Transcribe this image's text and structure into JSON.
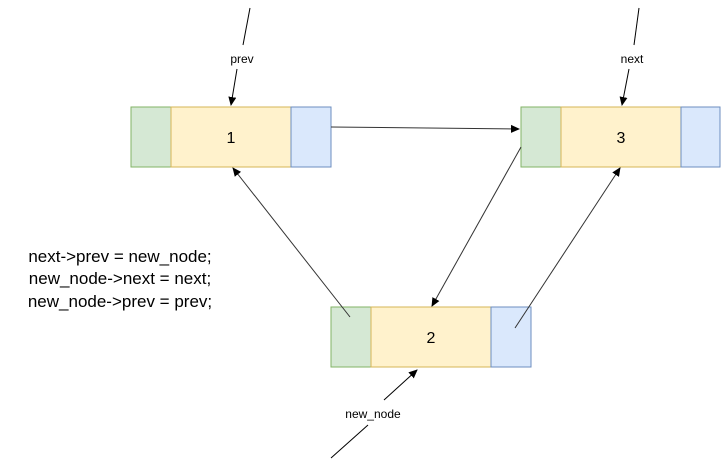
{
  "colors": {
    "prev_cell": "#d5e8d4",
    "prev_cell_border": "#82b366",
    "data_cell": "#fff2cc",
    "data_cell_border": "#d6b656",
    "next_cell": "#dae8fc",
    "next_cell_border": "#6c8ebf",
    "edge": "#333333"
  },
  "nodes": {
    "node1": {
      "label": "1"
    },
    "node3": {
      "label": "3"
    },
    "node2": {
      "label": "2"
    }
  },
  "pointers": {
    "prev": "prev",
    "next": "next",
    "new_node": "new_node"
  },
  "code": [
    "next->prev = new_node;",
    "new_node->next = next;",
    "new_node->prev = prev;"
  ]
}
